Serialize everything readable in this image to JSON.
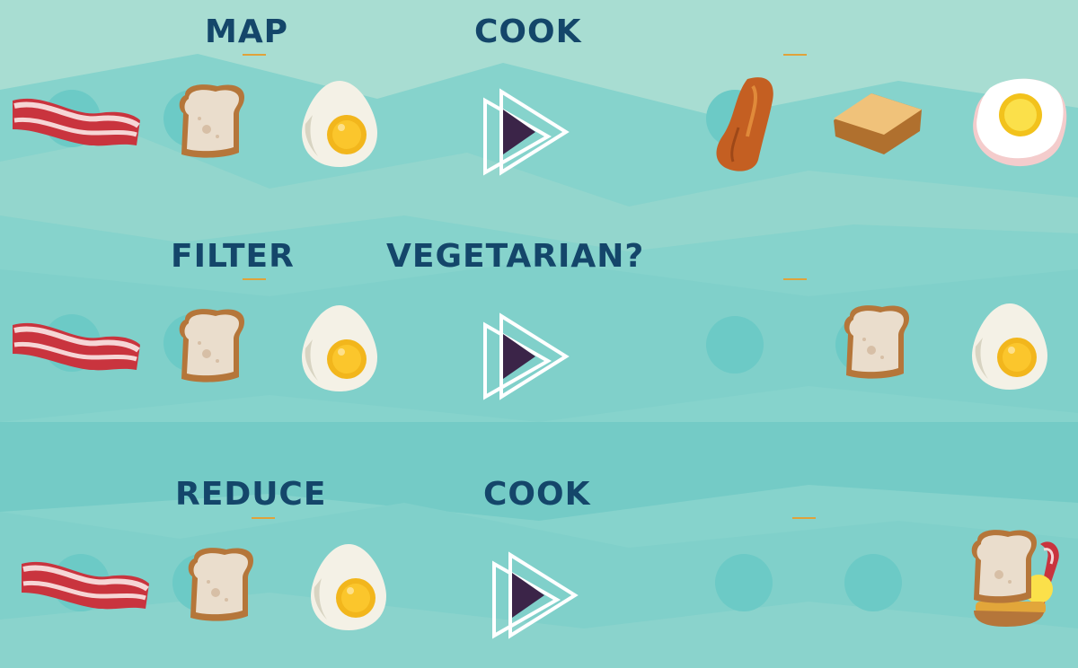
{
  "rows": [
    {
      "operation": "MAP",
      "function": "COOK",
      "inputs": [
        "bacon-raw-icon",
        "bread-slice-icon",
        "egg-boiled-icon"
      ],
      "outputs": [
        "bacon-cooked-icon",
        "toast-icon",
        "egg-fried-icon"
      ]
    },
    {
      "operation": "FILTER",
      "function": "VEGETARIAN?",
      "inputs": [
        "bacon-raw-icon",
        "bread-slice-icon",
        "egg-boiled-icon"
      ],
      "outputs": [
        "bread-slice-icon",
        "egg-boiled-icon"
      ]
    },
    {
      "operation": "REDUCE",
      "function": "COOK",
      "inputs": [
        "bacon-raw-icon",
        "bread-slice-icon",
        "egg-boiled-icon"
      ],
      "outputs": [
        "sandwich-icon"
      ]
    }
  ],
  "colors": {
    "label": "#14466a",
    "background": "#7fcfca",
    "accent": "#e0a23a"
  }
}
